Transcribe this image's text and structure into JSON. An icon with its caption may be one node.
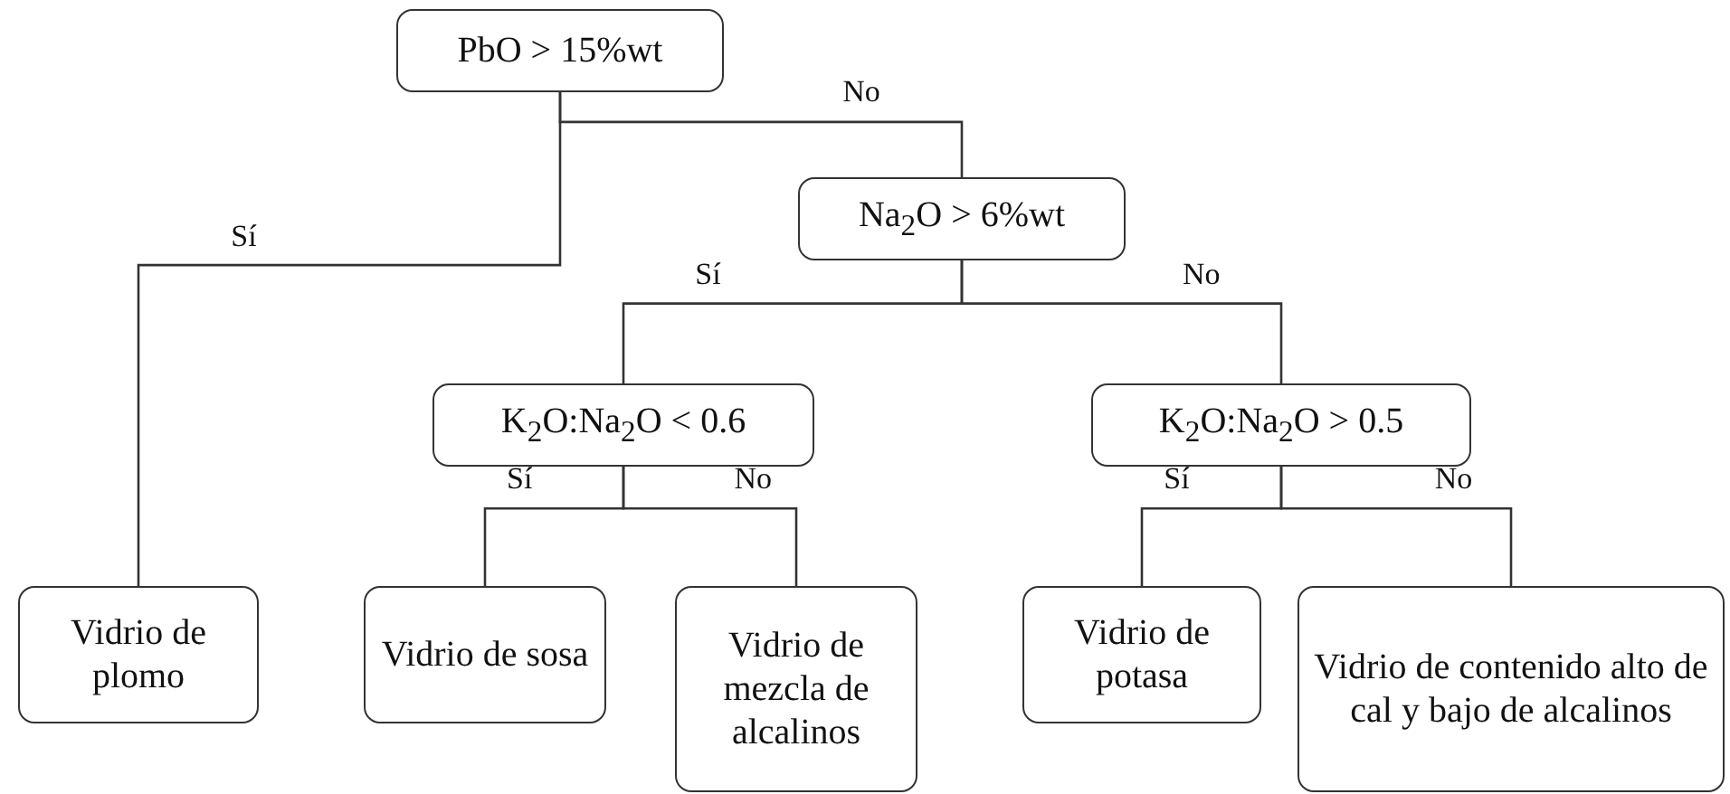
{
  "diagram": {
    "nodes": [
      {
        "text": [
          "PbO > 15%wt"
        ]
      },
      {
        "text": [
          "Na$_{2}$O > 6%wt"
        ]
      },
      {
        "text": [
          "K$_{2}$O:Na$_{2}$O < 0.6"
        ]
      },
      {
        "text": [
          "K$_{2}$O:Na$_{2}$O > 0.5"
        ]
      },
      {
        "text": [
          "Vidrio de plomo"
        ]
      },
      {
        "text": [
          "Vidrio de sosa"
        ]
      },
      {
        "text": [
          "Vidrio de mezcla de alcalinos"
        ]
      },
      {
        "text": [
          "Vidrio de potasa"
        ]
      },
      {
        "text": [
          "Vidrio de contenido alto de cal y bajo de alcalinos"
        ]
      }
    ],
    "edges": [
      {
        "from": 0,
        "to": 4,
        "arrow": "none",
        "label": "Sí"
      },
      {
        "from": 0,
        "to": 1,
        "arrow": "none",
        "label": "No"
      },
      {
        "from": 1,
        "to": 2,
        "arrow": "none",
        "label": "Sí"
      },
      {
        "from": 1,
        "to": 3,
        "arrow": "none",
        "label": "No"
      },
      {
        "from": 2,
        "to": 5,
        "arrow": "none",
        "label": "Sí"
      },
      {
        "from": 2,
        "to": 6,
        "arrow": "none",
        "label": "No"
      },
      {
        "from": 3,
        "to": 7,
        "arrow": "none",
        "label": "Sí"
      },
      {
        "from": 3,
        "to": 8,
        "arrow": "none",
        "label": "No"
      }
    ]
  }
}
